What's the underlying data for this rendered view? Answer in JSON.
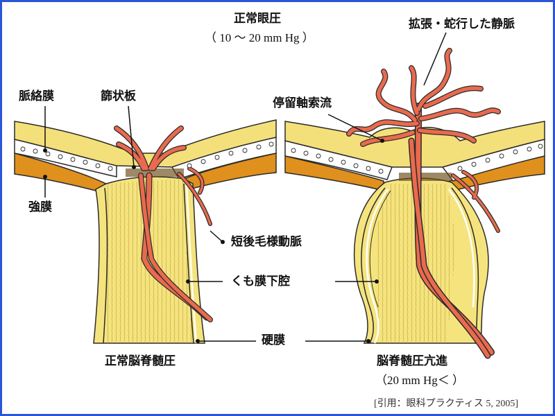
{
  "labels": {
    "normal_pressure": "正常眼圧",
    "normal_range": "（ 10 ～ 20 mm Hg ）",
    "dilated_veins": "拡張・蛇行した静脈",
    "choroid": "脈絡膜",
    "lamina_cribrosa": "篩状板",
    "axoplasmic_stasis": "停留軸索流",
    "sclera": "強膜",
    "short_ciliary_arteries": "短後毛様動脈",
    "subarachnoid_space": "くも膜下腔",
    "dura": "硬膜",
    "normal_csf_pressure": "正常脳脊髄圧",
    "elevated_csf_pressure": "脳脊髄圧亢進",
    "elevated_range": "（20 mm Hg＜ ）",
    "citation": "[引用：眼科プラクティス 5, 2005]"
  },
  "colors": {
    "retina": "#f3e07a",
    "nerve": "#f5e47e",
    "sclera": "#e0901d",
    "vessel": "#e96a4e",
    "outline": "#2a2a2a",
    "frame": "#2a55d8"
  }
}
